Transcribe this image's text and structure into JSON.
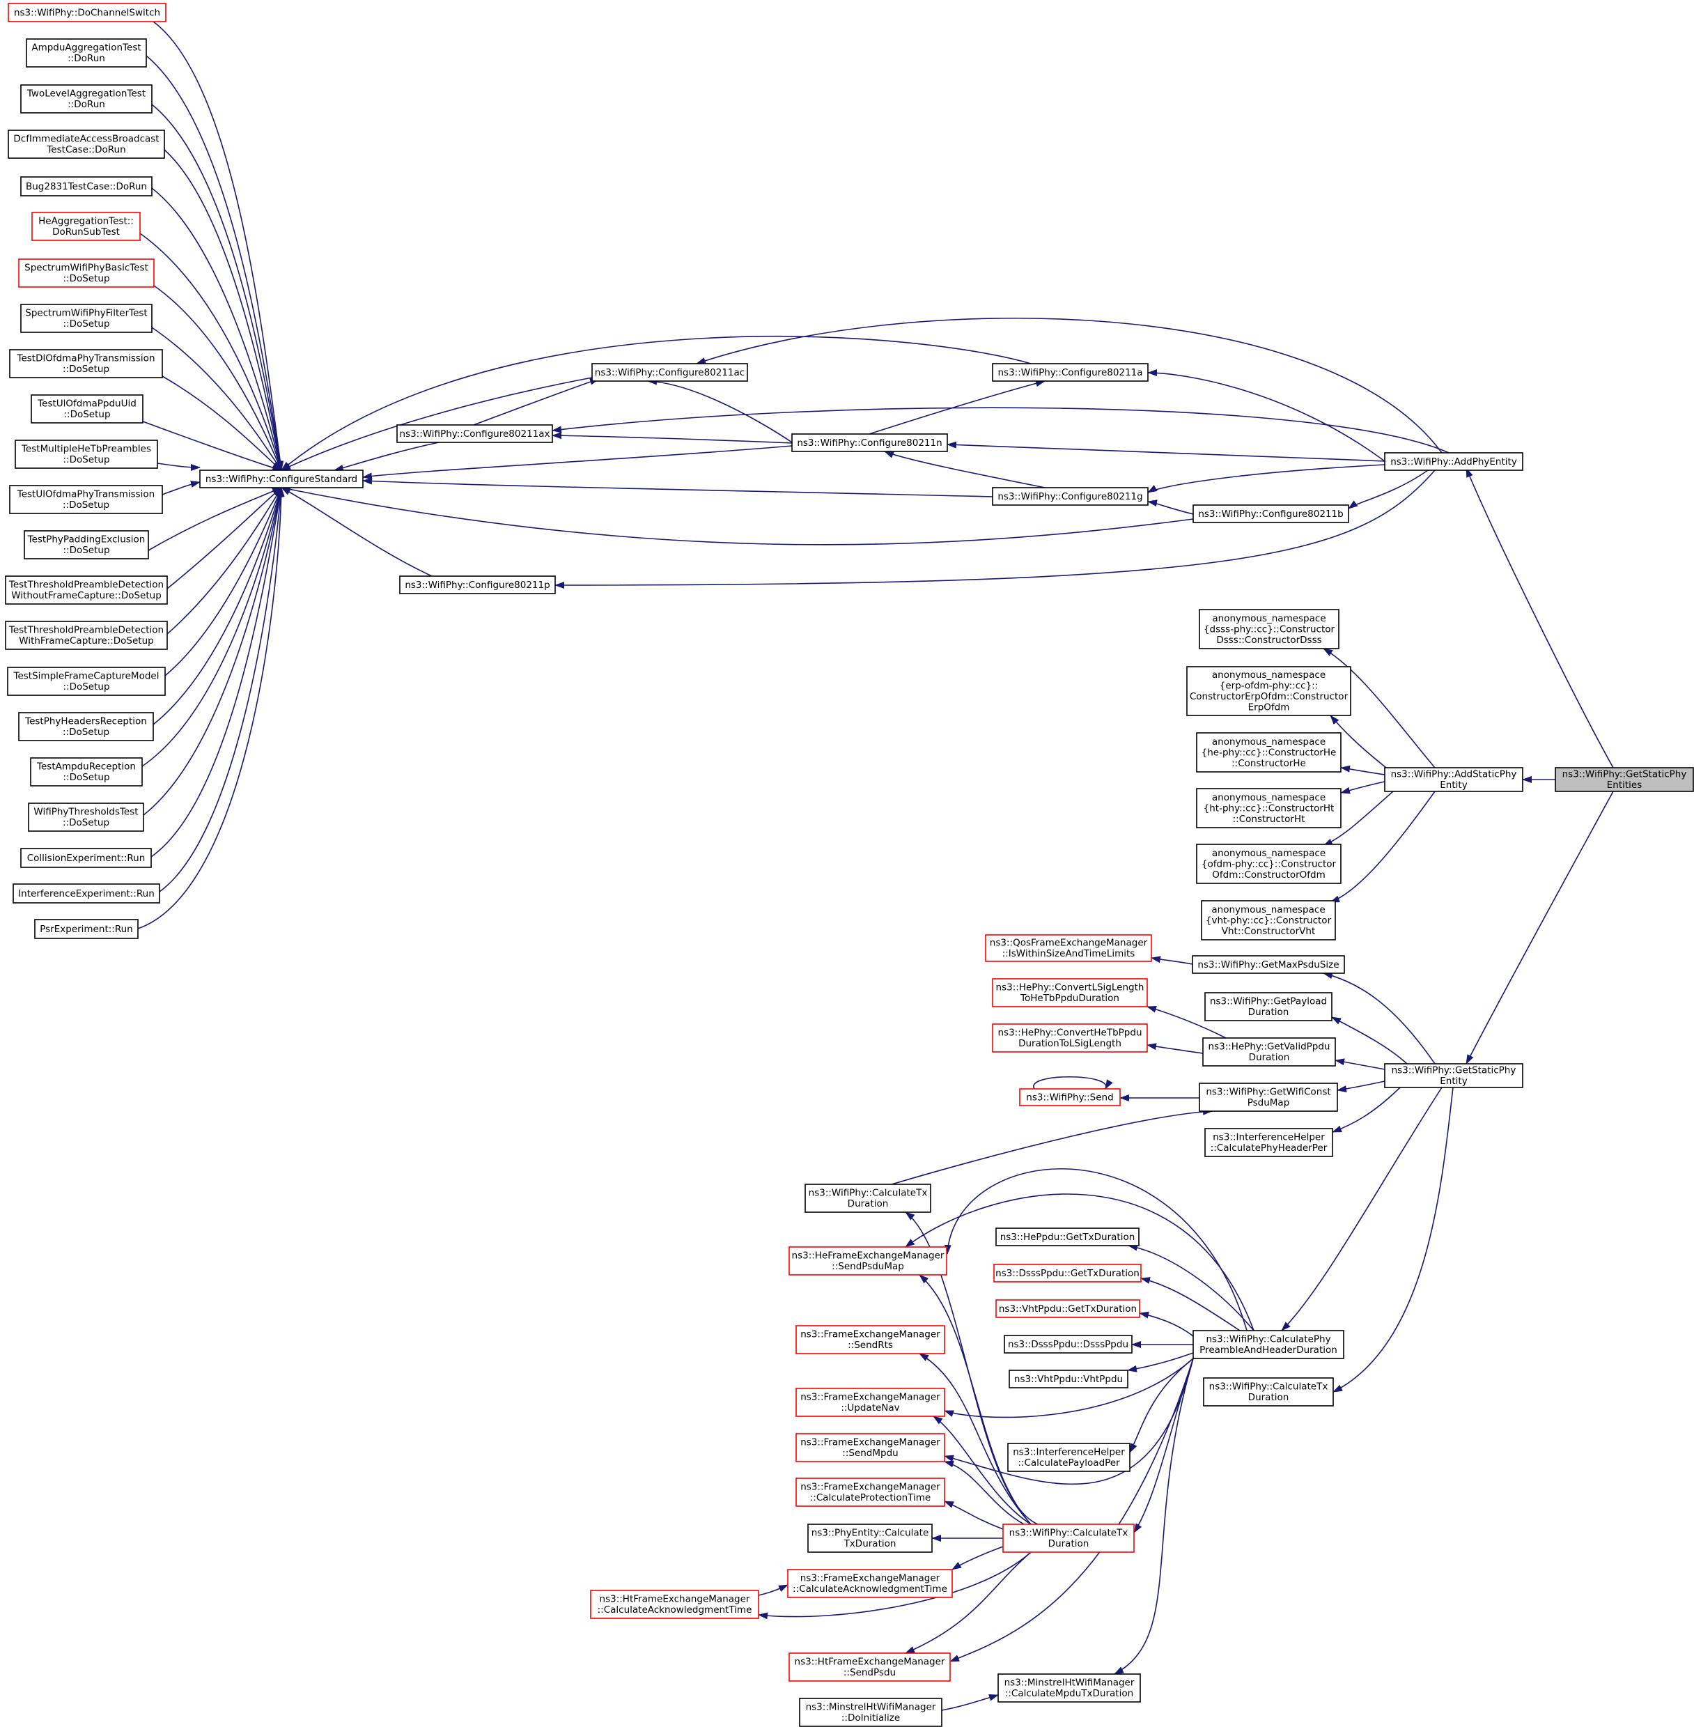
{
  "graph": {
    "focus": "ns3::WifiPhy::GetStaticPhyEntities",
    "colors": {
      "edge": "#191970",
      "border_black": "#000000",
      "border_red": "#ff0000",
      "focus_fill": "#bfbfbf"
    },
    "nodes": [
      {
        "id": "getstatic",
        "lines": [
          "ns3::WifiPhy::GetStaticPhy",
          "Entities"
        ],
        "border": "black",
        "focus": true
      },
      {
        "id": "addphy",
        "lines": [
          "ns3::WifiPhy::AddPhyEntity"
        ],
        "border": "black"
      },
      {
        "id": "addstatic",
        "lines": [
          "ns3::WifiPhy::AddStaticPhy",
          "Entity"
        ],
        "border": "black"
      },
      {
        "id": "getstaticent",
        "lines": [
          "ns3::WifiPhy::GetStaticPhy",
          "Entity"
        ],
        "border": "black"
      },
      {
        "id": "c80211a",
        "lines": [
          "ns3::WifiPhy::Configure80211a"
        ],
        "border": "black"
      },
      {
        "id": "c80211ac",
        "lines": [
          "ns3::WifiPhy::Configure80211ac"
        ],
        "border": "black"
      },
      {
        "id": "c80211ax",
        "lines": [
          "ns3::WifiPhy::Configure80211ax"
        ],
        "border": "black"
      },
      {
        "id": "c80211n",
        "lines": [
          "ns3::WifiPhy::Configure80211n"
        ],
        "border": "black"
      },
      {
        "id": "c80211g",
        "lines": [
          "ns3::WifiPhy::Configure80211g"
        ],
        "border": "black"
      },
      {
        "id": "c80211b",
        "lines": [
          "ns3::WifiPhy::Configure80211b"
        ],
        "border": "black"
      },
      {
        "id": "c80211p",
        "lines": [
          "ns3::WifiPhy::Configure80211p"
        ],
        "border": "black"
      },
      {
        "id": "configstd",
        "lines": [
          "ns3::WifiPhy::ConfigureStandard"
        ],
        "border": "black"
      },
      {
        "id": "l0",
        "lines": [
          "ns3::WifiPhy::DoChannelSwitch"
        ],
        "border": "red"
      },
      {
        "id": "l1",
        "lines": [
          "AmpduAggregationTest",
          "::DoRun"
        ],
        "border": "black"
      },
      {
        "id": "l2",
        "lines": [
          "TwoLevelAggregationTest",
          "::DoRun"
        ],
        "border": "black"
      },
      {
        "id": "l3",
        "lines": [
          "DcfImmediateAccessBroadcast",
          "TestCase::DoRun"
        ],
        "border": "black"
      },
      {
        "id": "l4",
        "lines": [
          "Bug2831TestCase::DoRun"
        ],
        "border": "black"
      },
      {
        "id": "l5",
        "lines": [
          "HeAggregationTest::",
          "DoRunSubTest"
        ],
        "border": "red"
      },
      {
        "id": "l6",
        "lines": [
          "SpectrumWifiPhyBasicTest",
          "::DoSetup"
        ],
        "border": "red"
      },
      {
        "id": "l7",
        "lines": [
          "SpectrumWifiPhyFilterTest",
          "::DoSetup"
        ],
        "border": "black"
      },
      {
        "id": "l8",
        "lines": [
          "TestDlOfdmaPhyTransmission",
          "::DoSetup"
        ],
        "border": "black"
      },
      {
        "id": "l9",
        "lines": [
          "TestUlOfdmaPpduUid",
          "::DoSetup"
        ],
        "border": "black"
      },
      {
        "id": "l10",
        "lines": [
          "TestMultipleHeTbPreambles",
          "::DoSetup"
        ],
        "border": "black"
      },
      {
        "id": "l11",
        "lines": [
          "TestUlOfdmaPhyTransmission",
          "::DoSetup"
        ],
        "border": "black"
      },
      {
        "id": "l12",
        "lines": [
          "TestPhyPaddingExclusion",
          "::DoSetup"
        ],
        "border": "black"
      },
      {
        "id": "l13",
        "lines": [
          "TestThresholdPreambleDetection",
          "WithoutFrameCapture::DoSetup"
        ],
        "border": "black"
      },
      {
        "id": "l14",
        "lines": [
          "TestThresholdPreambleDetection",
          "WithFrameCapture::DoSetup"
        ],
        "border": "black"
      },
      {
        "id": "l15",
        "lines": [
          "TestSimpleFrameCaptureModel",
          "::DoSetup"
        ],
        "border": "black"
      },
      {
        "id": "l16",
        "lines": [
          "TestPhyHeadersReception",
          "::DoSetup"
        ],
        "border": "black"
      },
      {
        "id": "l17",
        "lines": [
          "TestAmpduReception",
          "::DoSetup"
        ],
        "border": "black"
      },
      {
        "id": "l18",
        "lines": [
          "WifiPhyThresholdsTest",
          "::DoSetup"
        ],
        "border": "black"
      },
      {
        "id": "l19",
        "lines": [
          "CollisionExperiment::Run"
        ],
        "border": "black"
      },
      {
        "id": "l20",
        "lines": [
          "InterferenceExperiment::Run"
        ],
        "border": "black"
      },
      {
        "id": "l21",
        "lines": [
          "PsrExperiment::Run"
        ],
        "border": "black"
      },
      {
        "id": "anon_dsss",
        "lines": [
          "anonymous_namespace",
          "{dsss-phy::cc}::Constructor",
          "Dsss::ConstructorDsss"
        ],
        "border": "black"
      },
      {
        "id": "anon_erp",
        "lines": [
          "anonymous_namespace",
          "{erp-ofdm-phy::cc}::",
          "ConstructorErpOfdm::Constructor",
          "ErpOfdm"
        ],
        "border": "black"
      },
      {
        "id": "anon_he",
        "lines": [
          "anonymous_namespace",
          "{he-phy::cc}::ConstructorHe",
          "::ConstructorHe"
        ],
        "border": "black"
      },
      {
        "id": "anon_ht",
        "lines": [
          "anonymous_namespace",
          "{ht-phy::cc}::ConstructorHt",
          "::ConstructorHt"
        ],
        "border": "black"
      },
      {
        "id": "anon_ofdm",
        "lines": [
          "anonymous_namespace",
          "{ofdm-phy::cc}::Constructor",
          "Ofdm::ConstructorOfdm"
        ],
        "border": "black"
      },
      {
        "id": "anon_vht",
        "lines": [
          "anonymous_namespace",
          "{vht-phy::cc}::Constructor",
          "Vht::ConstructorVht"
        ],
        "border": "black"
      },
      {
        "id": "qosfem",
        "lines": [
          "ns3::QosFrameExchangeManager",
          "::IsWithinSizeAndTimeLimits"
        ],
        "border": "red"
      },
      {
        "id": "getmaxpsdu",
        "lines": [
          "ns3::WifiPhy::GetMaxPsduSize"
        ],
        "border": "black"
      },
      {
        "id": "getpayload",
        "lines": [
          "ns3::WifiPhy::GetPayload",
          "Duration"
        ],
        "border": "black"
      },
      {
        "id": "convlsig",
        "lines": [
          "ns3::HePhy::ConvertLSigLength",
          "ToHeTbPpduDuration"
        ],
        "border": "red"
      },
      {
        "id": "convhetb",
        "lines": [
          "ns3::HePhy::ConvertHeTbPpdu",
          "DurationToLSigLength"
        ],
        "border": "red"
      },
      {
        "id": "getvalidppdu",
        "lines": [
          "ns3::HePhy::GetValidPpdu",
          "Duration"
        ],
        "border": "black"
      },
      {
        "id": "send",
        "lines": [
          "ns3::WifiPhy::Send"
        ],
        "border": "red"
      },
      {
        "id": "getwificonst",
        "lines": [
          "ns3::WifiPhy::GetWifiConst",
          "PsduMap"
        ],
        "border": "black"
      },
      {
        "id": "calcphyhdrper",
        "lines": [
          "ns3::InterferenceHelper",
          "::CalculatePhyHeaderPer"
        ],
        "border": "black"
      },
      {
        "id": "calctx_a",
        "lines": [
          "ns3::WifiPhy::CalculateTx",
          "Duration"
        ],
        "border": "black"
      },
      {
        "id": "hefem_sendpsdumap",
        "lines": [
          "ns3::HeFrameExchangeManager",
          "::SendPsduMap"
        ],
        "border": "red"
      },
      {
        "id": "hepdu_gettx",
        "lines": [
          "ns3::HePpdu::GetTxDuration"
        ],
        "border": "black"
      },
      {
        "id": "dsssppdu_gettx",
        "lines": [
          "ns3::DsssPpdu::GetTxDuration"
        ],
        "border": "red"
      },
      {
        "id": "vhtppdu_gettx",
        "lines": [
          "ns3::VhtPpdu::GetTxDuration"
        ],
        "border": "red"
      },
      {
        "id": "dsssppdu_ctor",
        "lines": [
          "ns3::DsssPpdu::DsssPpdu"
        ],
        "border": "black"
      },
      {
        "id": "vhtppdu_ctor",
        "lines": [
          "ns3::VhtPpdu::VhtPpdu"
        ],
        "border": "black"
      },
      {
        "id": "calcpreamble",
        "lines": [
          "ns3::WifiPhy::CalculatePhy",
          "PreambleAndHeaderDuration"
        ],
        "border": "black"
      },
      {
        "id": "calctx_b",
        "lines": [
          "ns3::WifiPhy::CalculateTx",
          "Duration"
        ],
        "border": "black"
      },
      {
        "id": "fem_sendrts",
        "lines": [
          "ns3::FrameExchangeManager",
          "::SendRts"
        ],
        "border": "red"
      },
      {
        "id": "fem_updatenav",
        "lines": [
          "ns3::FrameExchangeManager",
          "::UpdateNav"
        ],
        "border": "red"
      },
      {
        "id": "fem_sendmpdu",
        "lines": [
          "ns3::FrameExchangeManager",
          "::SendMpdu"
        ],
        "border": "red"
      },
      {
        "id": "calcpayloadper",
        "lines": [
          "ns3::InterferenceHelper",
          "::CalculatePayloadPer"
        ],
        "border": "black"
      },
      {
        "id": "fem_calcprot",
        "lines": [
          "ns3::FrameExchangeManager",
          "::CalculateProtectionTime"
        ],
        "border": "red"
      },
      {
        "id": "phyent_calctx",
        "lines": [
          "ns3::PhyEntity::Calculate",
          "TxDuration"
        ],
        "border": "black"
      },
      {
        "id": "calctx_c",
        "lines": [
          "ns3::WifiPhy::CalculateTx",
          "Duration"
        ],
        "border": "red"
      },
      {
        "id": "fem_calcack",
        "lines": [
          "ns3::FrameExchangeManager",
          "::CalculateAcknowledgmentTime"
        ],
        "border": "red"
      },
      {
        "id": "htfem_calcack",
        "lines": [
          "ns3::HtFrameExchangeManager",
          "::CalculateAcknowledgmentTime"
        ],
        "border": "red"
      },
      {
        "id": "htfem_sendpsdu",
        "lines": [
          "ns3::HtFrameExchangeManager",
          "::SendPsdu"
        ],
        "border": "red"
      },
      {
        "id": "minstrel_calc",
        "lines": [
          "ns3::MinstrelHtWifiManager",
          "::CalculateMpduTxDuration"
        ],
        "border": "black"
      },
      {
        "id": "minstrel_init",
        "lines": [
          "ns3::MinstrelHtWifiManager",
          "::DoInitialize"
        ],
        "border": "black"
      }
    ]
  }
}
